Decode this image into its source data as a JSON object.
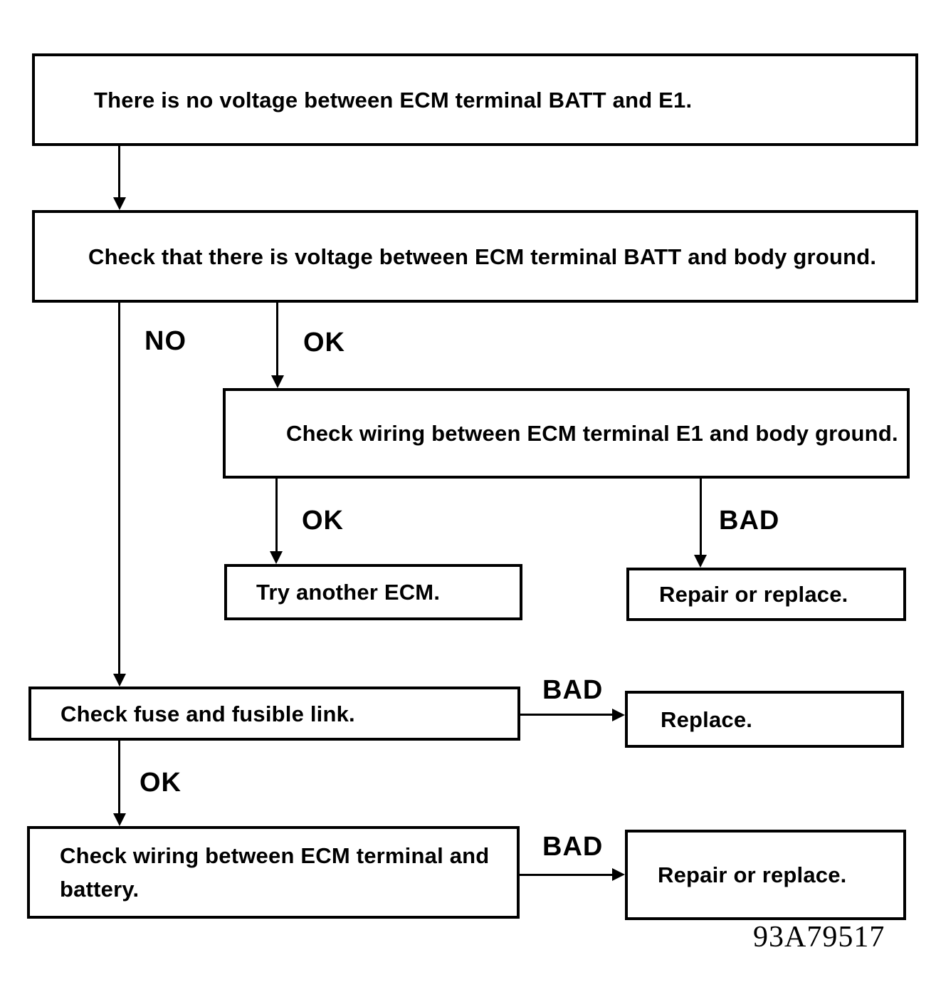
{
  "diagram": {
    "type": "troubleshooting-flowchart",
    "figure_id": "93A79517",
    "colors": {
      "ink": "#000000",
      "paper": "#ffffff"
    },
    "nodes": [
      {
        "id": "start-condition",
        "text": "There is no voltage between ECM terminal BATT and E1."
      },
      {
        "id": "check-batt-body-ground",
        "text": "Check that there is voltage between ECM terminal BATT and body ground."
      },
      {
        "id": "check-wiring-e1-body-ground",
        "text": "Check wiring between ECM terminal E1 and body ground."
      },
      {
        "id": "try-another-ecm",
        "text": "Try another ECM."
      },
      {
        "id": "repair-or-replace-1",
        "text": "Repair or replace."
      },
      {
        "id": "check-fuse-fusible-link",
        "text": "Check fuse and fusible link."
      },
      {
        "id": "replace",
        "text": "Replace."
      },
      {
        "id": "check-wiring-ecm-battery",
        "text": "Check wiring between ECM terminal and battery."
      },
      {
        "id": "repair-or-replace-2",
        "text": "Repair or replace."
      }
    ],
    "edge_labels": [
      {
        "id": "no-1",
        "text": "NO"
      },
      {
        "id": "ok-1",
        "text": "OK"
      },
      {
        "id": "ok-2",
        "text": "OK"
      },
      {
        "id": "bad-1",
        "text": "BAD"
      },
      {
        "id": "bad-2",
        "text": "BAD"
      },
      {
        "id": "ok-3",
        "text": "OK"
      },
      {
        "id": "bad-3",
        "text": "BAD"
      }
    ],
    "edges": [
      {
        "from": "start-condition",
        "to": "check-batt-body-ground",
        "label": ""
      },
      {
        "from": "check-batt-body-ground",
        "to": "check-fuse-fusible-link",
        "label": "NO"
      },
      {
        "from": "check-batt-body-ground",
        "to": "check-wiring-e1-body-ground",
        "label": "OK"
      },
      {
        "from": "check-wiring-e1-body-ground",
        "to": "try-another-ecm",
        "label": "OK"
      },
      {
        "from": "check-wiring-e1-body-ground",
        "to": "repair-or-replace-1",
        "label": "BAD"
      },
      {
        "from": "check-fuse-fusible-link",
        "to": "replace",
        "label": "BAD"
      },
      {
        "from": "check-fuse-fusible-link",
        "to": "check-wiring-ecm-battery",
        "label": "OK"
      },
      {
        "from": "check-wiring-ecm-battery",
        "to": "repair-or-replace-2",
        "label": "BAD"
      }
    ]
  }
}
